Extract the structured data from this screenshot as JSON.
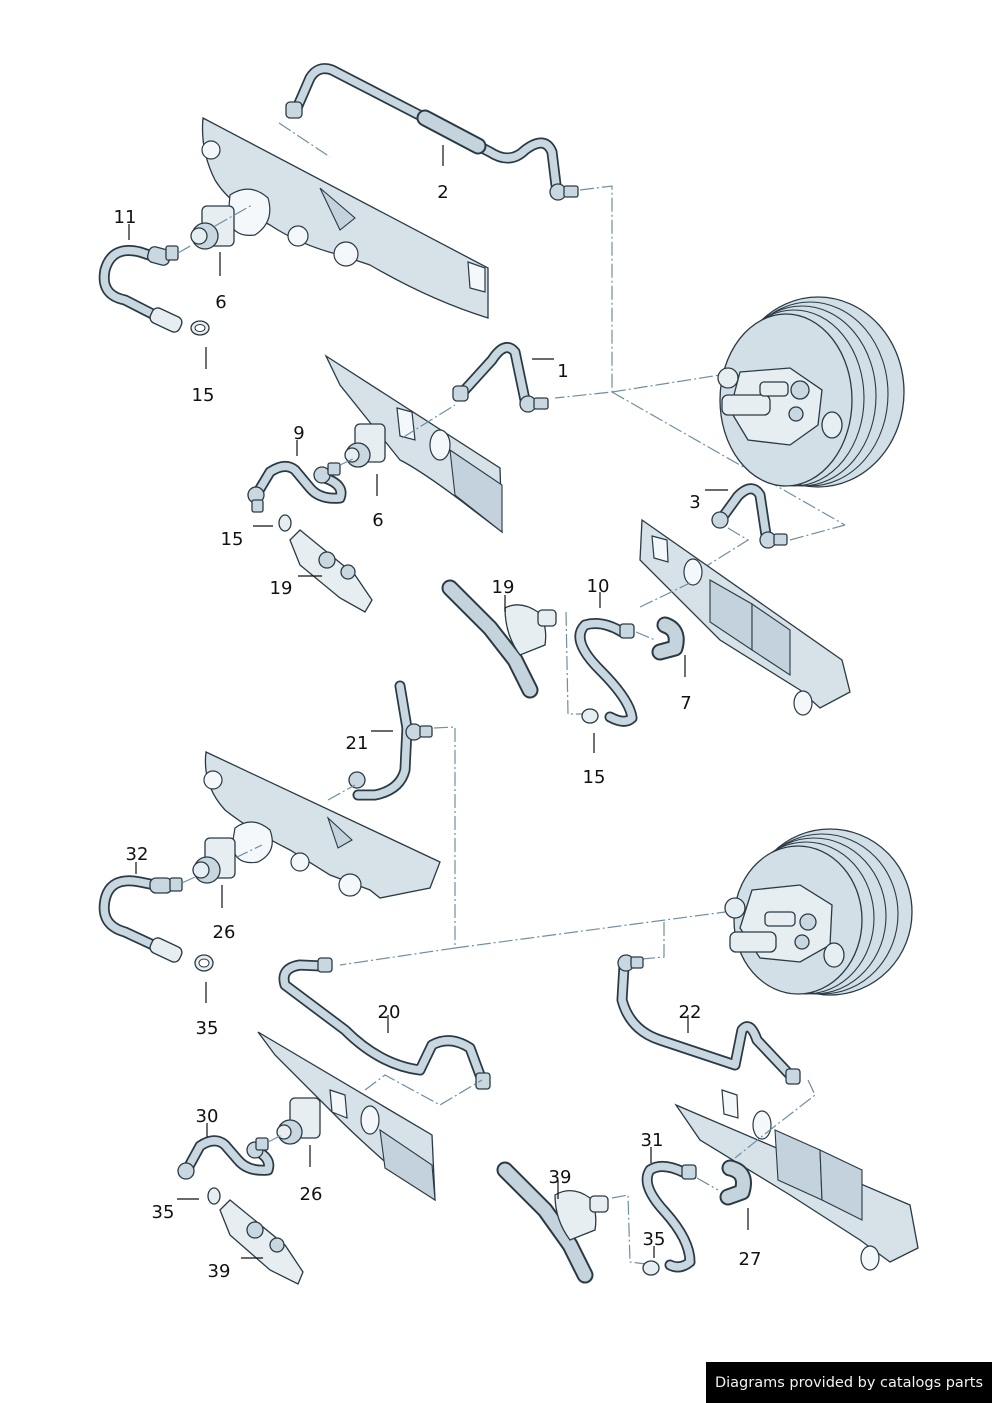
{
  "diagram": {
    "title": "Brake booster vacuum hoses exploded parts diagram",
    "colors": {
      "line": "#2a3a44",
      "part_fill": "#d6e1e8",
      "dash_line": "#6f8fa3",
      "footer_bg": "#000000",
      "footer_text": "#f2f2f2"
    },
    "callouts": [
      {
        "id": "c-2",
        "number": "2"
      },
      {
        "id": "c-11",
        "number": "11"
      },
      {
        "id": "c-6a",
        "number": "6"
      },
      {
        "id": "c-15a",
        "number": "15"
      },
      {
        "id": "c-1",
        "number": "1"
      },
      {
        "id": "c-9",
        "number": "9"
      },
      {
        "id": "c-6b",
        "number": "6"
      },
      {
        "id": "c-15b",
        "number": "15"
      },
      {
        "id": "c-19a",
        "number": "19"
      },
      {
        "id": "c-3",
        "number": "3"
      },
      {
        "id": "c-19b",
        "number": "19"
      },
      {
        "id": "c-10",
        "number": "10"
      },
      {
        "id": "c-7",
        "number": "7"
      },
      {
        "id": "c-15c",
        "number": "15"
      },
      {
        "id": "c-21",
        "number": "21"
      },
      {
        "id": "c-32",
        "number": "32"
      },
      {
        "id": "c-26a",
        "number": "26"
      },
      {
        "id": "c-35a",
        "number": "35"
      },
      {
        "id": "c-20",
        "number": "20"
      },
      {
        "id": "c-22",
        "number": "22"
      },
      {
        "id": "c-30",
        "number": "30"
      },
      {
        "id": "c-26b",
        "number": "26"
      },
      {
        "id": "c-35b",
        "number": "35"
      },
      {
        "id": "c-39a",
        "number": "39"
      },
      {
        "id": "c-31",
        "number": "31"
      },
      {
        "id": "c-39b",
        "number": "39"
      },
      {
        "id": "c-35c",
        "number": "35"
      },
      {
        "id": "c-27",
        "number": "27"
      }
    ]
  },
  "footer": {
    "credit": "Diagrams provided by catalogs parts"
  }
}
